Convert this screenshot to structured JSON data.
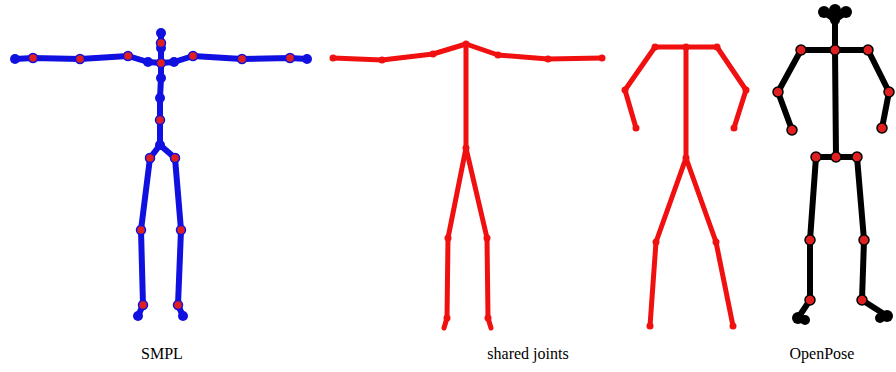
{
  "diagram": {
    "labels": [
      "SMPL",
      "shared joints",
      "OpenPose"
    ]
  }
}
